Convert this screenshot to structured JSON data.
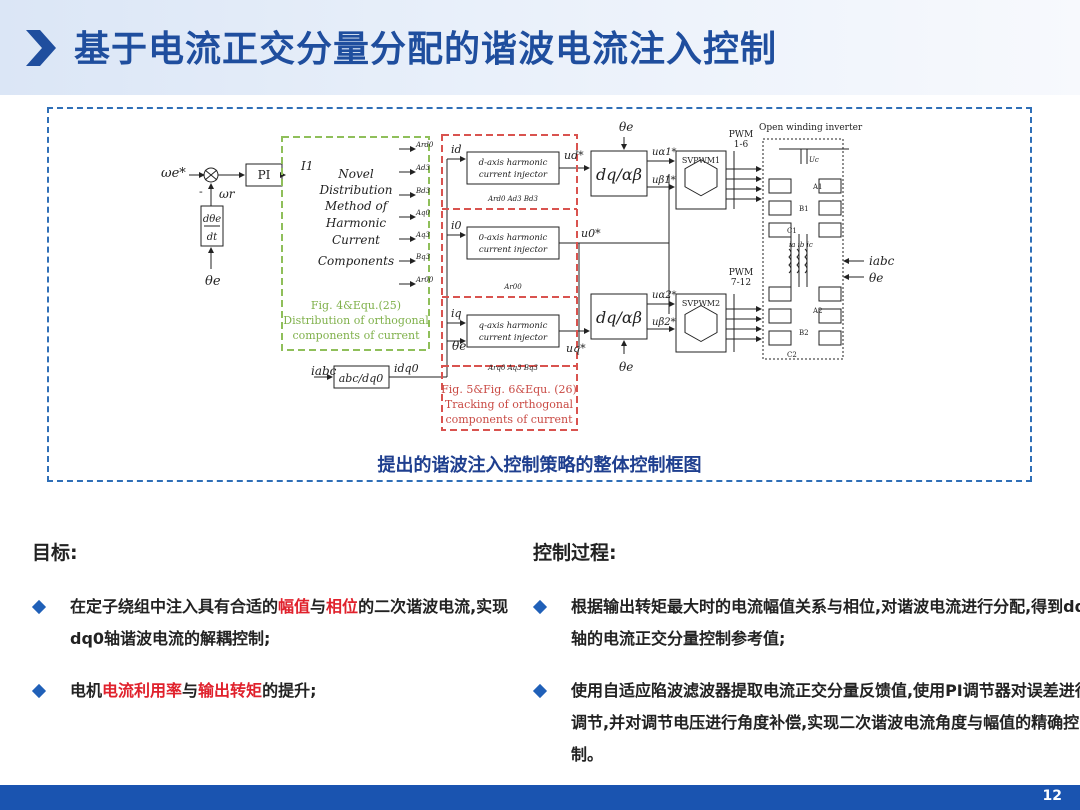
{
  "header": {
    "title": "基于电流正交分量分配的谐波电流注入控制"
  },
  "diagram": {
    "caption": "提出的谐波注入控制策略的整体控制框图",
    "labels": {
      "omega_e_star": "ωe*",
      "minus_sign": "-",
      "omega_r": "ωr",
      "pi": "PI",
      "I1": "I1",
      "deriv_num": "dθe",
      "deriv_den": "dt",
      "theta_e_left": "θe",
      "novel_lines": [
        "Novel",
        "Distribution",
        "Method of",
        "Harmonic",
        "Current",
        "Components"
      ],
      "novel_outputs": [
        "Ard0",
        "Ad3",
        "Bd3",
        "Aq0",
        "Aq3",
        "Bq3",
        "Ar00"
      ],
      "fig4_lines": [
        "Fig. 4&Equ.(25)",
        "Distribution of orthogonal",
        "components of current"
      ],
      "iabc_left": "iabc",
      "abc_dq0": "abc/dq0",
      "idq0": "idq0",
      "id": "id",
      "i0": "i0",
      "iq": "iq",
      "d_inj": [
        "d-axis harmonic",
        "current injector"
      ],
      "zero_inj": [
        "0-axis harmonic",
        "current injector"
      ],
      "q_inj": [
        "q-axis harmonic",
        "current injector"
      ],
      "d_params": "Ard0  Ad3  Bd3",
      "zero_params": "Ar00",
      "q_params": "Arq0  Aq3  Bq3",
      "theta_e_mid": "θe",
      "fig5_lines": [
        "Fig. 5&Fig. 6&Equ. (26)",
        "Tracking of orthogonal",
        "components of current"
      ],
      "ud": "ud*",
      "u0": "u0*",
      "uq": "uq*",
      "dq_ab": "dq/αβ",
      "theta_top": "θe",
      "theta_bot": "θe",
      "ua1": "uα1*",
      "ub1": "uβ1*",
      "ua2": "uα2*",
      "ub2": "uβ2*",
      "svpwm1": "SVPWM1",
      "svpwm2": "SVPWM2",
      "pwm1": "PWM",
      "pwm1_range": "1-6",
      "pwm2": "PWM",
      "pwm2_range": "7-12",
      "inverter_title": "Open winding inverter",
      "udc": "Uc",
      "a1": "A1",
      "b1": "B1",
      "c1": "C1",
      "a2": "A2",
      "b2": "B2",
      "c2": "C2",
      "winding": "ia  ib  ic",
      "iabc_right": "iabc",
      "theta_right": "θe"
    }
  },
  "goals": {
    "title": "目标:",
    "items": [
      [
        {
          "t": "在定子绕组中注入具有合适的",
          "red": false
        },
        {
          "t": "幅值",
          "red": true
        },
        {
          "t": "与",
          "red": false
        },
        {
          "t": "相位",
          "red": true
        },
        {
          "t": "的二次谐波电流,实现dq0轴谐波电流的解耦控制;",
          "red": false
        }
      ],
      [
        {
          "t": "电机",
          "red": false
        },
        {
          "t": "电流利用率",
          "red": true
        },
        {
          "t": "与",
          "red": false
        },
        {
          "t": "输出转矩",
          "red": true
        },
        {
          "t": "的提升;",
          "red": false
        }
      ]
    ]
  },
  "process": {
    "title": "控制过程:",
    "items": [
      [
        {
          "t": "根据输出转矩最大时的电流幅值关系与相位,对谐波电流进行分配,得到dq轴的电流正交分量控制参考值;",
          "red": false
        }
      ],
      [
        {
          "t": "使用自适应陷波滤波器提取电流正交分量反馈值,使用PI调节器对误差进行调节,并对调节电压进行角度补偿,实现二次谐波电流角度与幅值的精确控制。",
          "red": false
        }
      ]
    ]
  },
  "footer": {
    "page": "12"
  },
  "colors": {
    "accent": "#1f4e9e",
    "red": "#e0212c",
    "green_dash": "#8fbf5a",
    "red_dash": "#d9534f"
  }
}
